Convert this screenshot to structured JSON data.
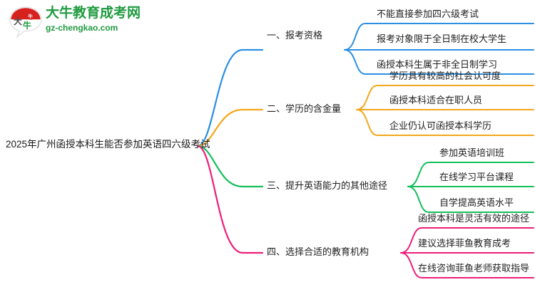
{
  "logo": {
    "mark_text": "大牛",
    "title": "大牛教育成考网",
    "url": "gz-chengkao.com",
    "brand_green": "#1f9a3f",
    "brand_red": "#d6211f"
  },
  "mindmap": {
    "root": {
      "label": "2025年广州函授本科生能否参加英语四六级考试"
    },
    "branches": [
      {
        "index": "1",
        "label": "一、报考资格",
        "color": "#2b8fe3",
        "children": [
          {
            "label": "不能直接参加四六级考试"
          },
          {
            "label": "报考对象限于全日制在校大学生"
          },
          {
            "label": "函授本科生属于非全日制学习"
          }
        ]
      },
      {
        "index": "2",
        "label": "二、学历的含金量",
        "color": "#f2a71b",
        "children": [
          {
            "label": "学历具有较高的社会认可度"
          },
          {
            "label": "函授本科适合在职人员"
          },
          {
            "label": "企业仍认可函授本科学历"
          }
        ]
      },
      {
        "index": "3",
        "label": "三、提升英语能力的其他途径",
        "color": "#14bf5b",
        "children": [
          {
            "label": "参加英语培训班"
          },
          {
            "label": "在线学习平台课程"
          },
          {
            "label": "自学提高英语水平"
          }
        ]
      },
      {
        "index": "4",
        "label": "四、选择合适的教育机构",
        "color": "#ec1e79",
        "children": [
          {
            "label": "函授本科是灵活有效的途径"
          },
          {
            "label": "建议选择菲鱼教育成考"
          },
          {
            "label": "在线咨询菲鱼老师获取指导"
          }
        ]
      }
    ]
  }
}
